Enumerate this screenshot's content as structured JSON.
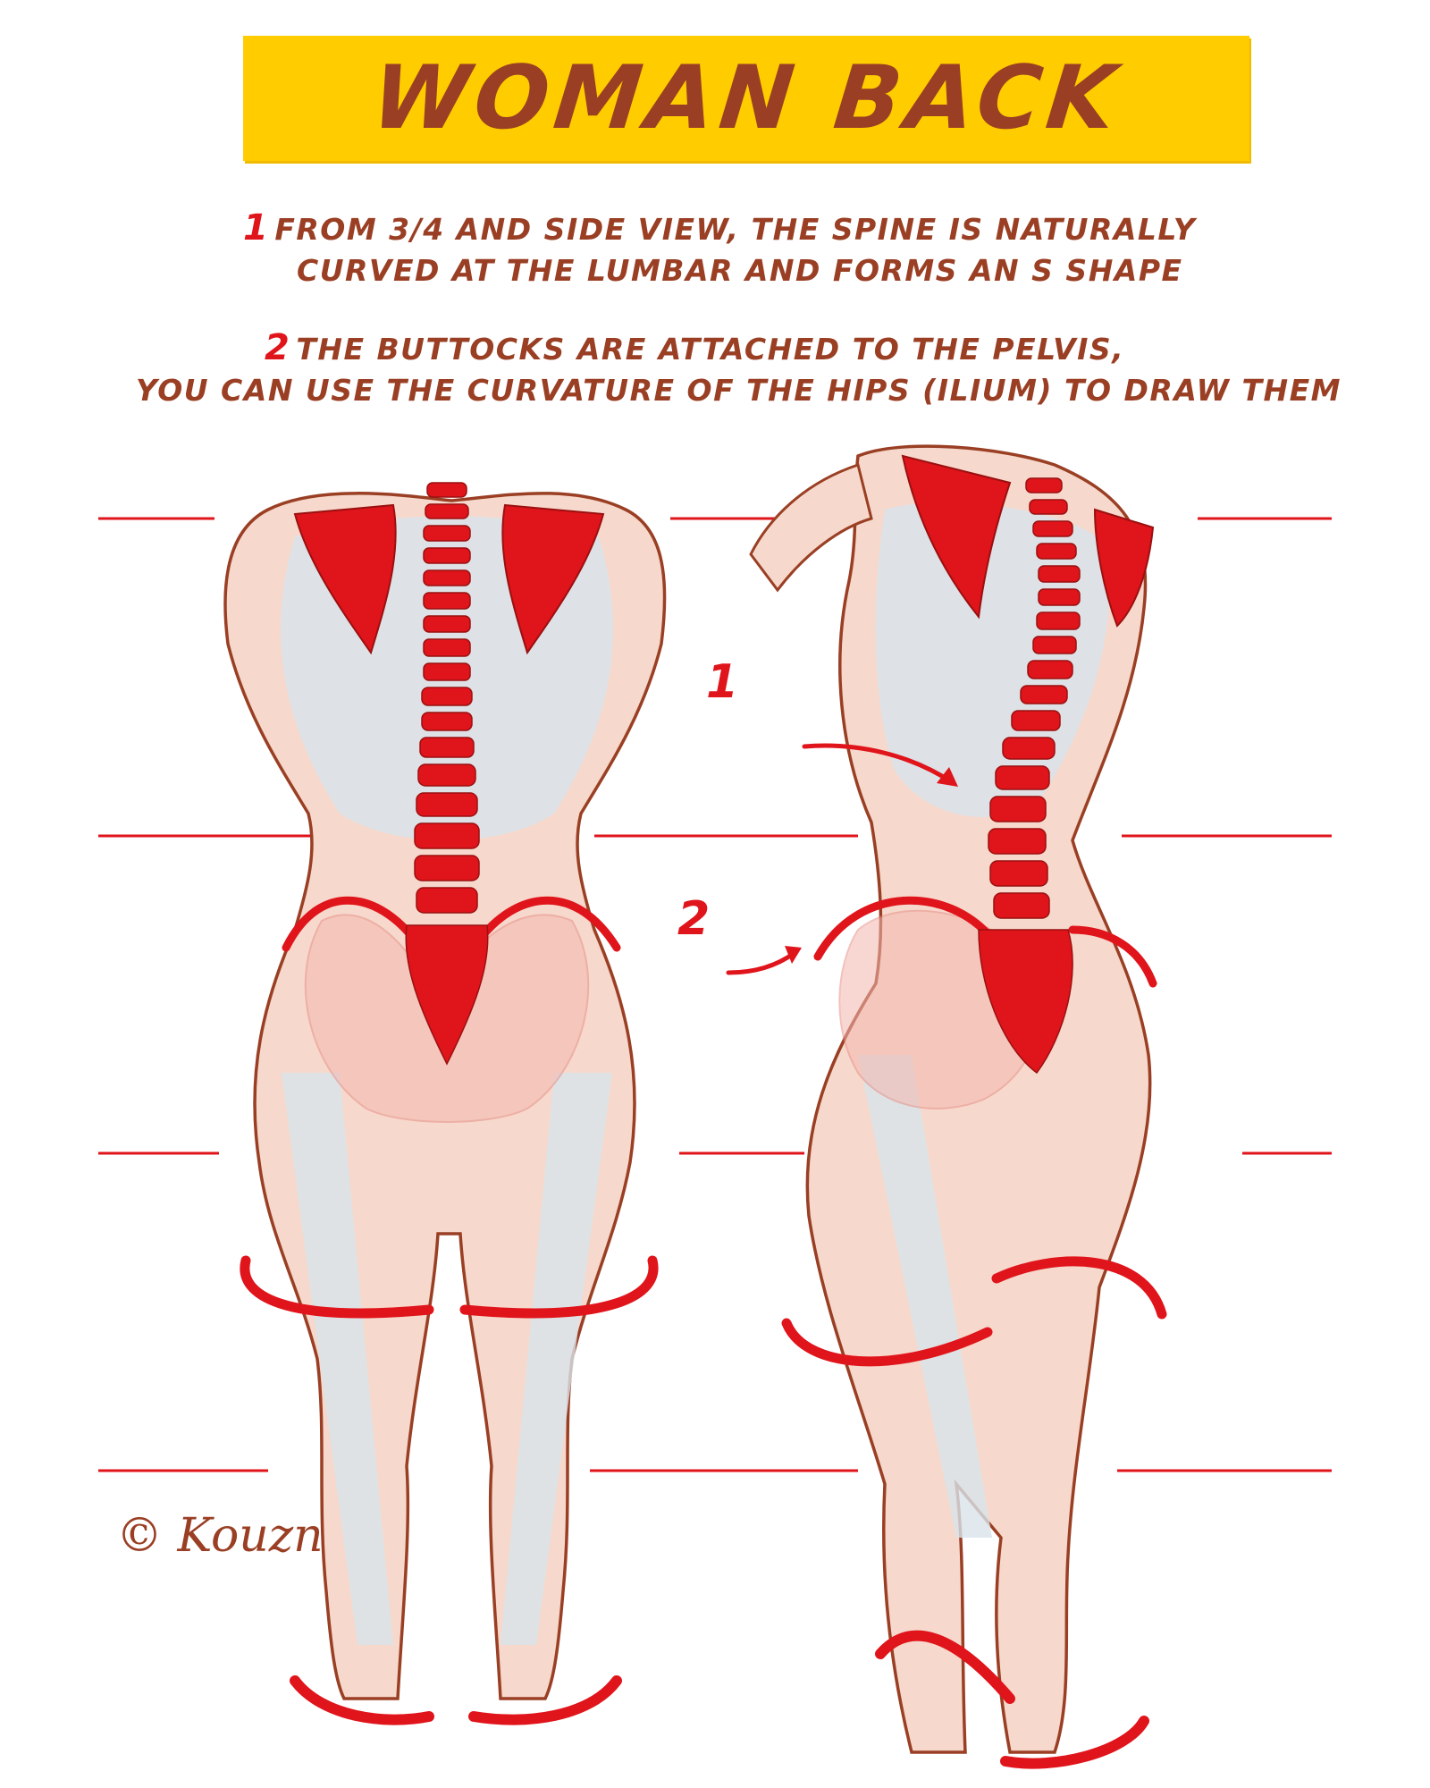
{
  "title": "WOMAN BACK",
  "notes": [
    {
      "number": "1",
      "lines": [
        "FROM 3/4 AND SIDE VIEW, THE SPINE IS NATURALLY",
        "CURVED AT THE LUMBAR AND FORMS AN S SHAPE"
      ]
    },
    {
      "number": "2",
      "lines": [
        "THE BUTTOCKS ARE ATTACHED TO THE PELVIS,",
        "YOU CAN USE THE CURVATURE OF THE HIPS (ILIUM) TO DRAW THEM"
      ]
    }
  ],
  "callouts": [
    "1",
    "2"
  ],
  "signature": "© Kouzn",
  "colors": {
    "banner": "#ffcc00",
    "text": "#9a3f24",
    "accent_red": "#e0141b",
    "skin": "#f6d9cc",
    "bone_shadow": "#dbe3ea",
    "outline": "#9a3f24"
  }
}
